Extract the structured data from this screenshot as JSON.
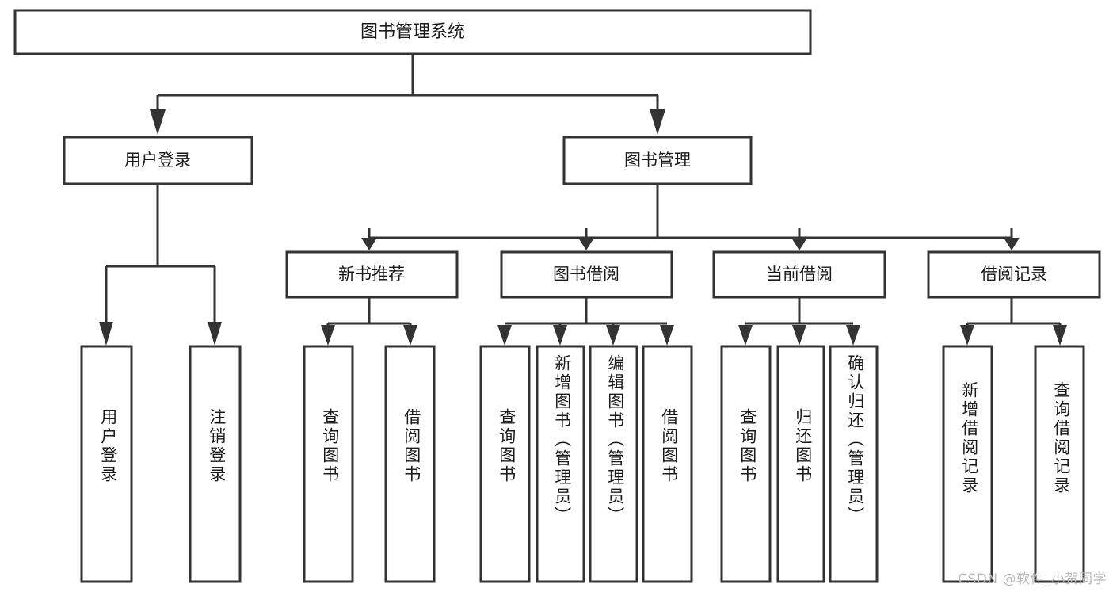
{
  "diagram": {
    "type": "tree-hierarchy",
    "title": "图书管理系统",
    "root": {
      "id": "root",
      "label": "图书管理系统",
      "orientation": "horizontal"
    },
    "level2": [
      {
        "id": "user-login",
        "label": "用户登录",
        "orientation": "horizontal"
      },
      {
        "id": "book-management",
        "label": "图书管理",
        "orientation": "horizontal"
      }
    ],
    "level3": [
      {
        "id": "new-book-recommend",
        "label": "新书推荐",
        "orientation": "horizontal",
        "parent": "book-management"
      },
      {
        "id": "book-borrow",
        "label": "图书借阅",
        "orientation": "horizontal",
        "parent": "book-management"
      },
      {
        "id": "current-borrow",
        "label": "当前借阅",
        "orientation": "horizontal",
        "parent": "book-management"
      },
      {
        "id": "borrow-record",
        "label": "借阅记录",
        "orientation": "horizontal",
        "parent": "book-management"
      }
    ],
    "leaves": [
      {
        "id": "leaf-user-login",
        "label": "用户登录",
        "parent": "user-login",
        "orientation": "vertical"
      },
      {
        "id": "leaf-logout",
        "label": "注销登录",
        "parent": "user-login",
        "orientation": "vertical"
      },
      {
        "id": "leaf-query-books-1",
        "label": "查询图书",
        "parent": "new-book-recommend",
        "orientation": "vertical"
      },
      {
        "id": "leaf-borrow-books-1",
        "label": "借阅图书",
        "parent": "new-book-recommend",
        "orientation": "vertical"
      },
      {
        "id": "leaf-query-books-2",
        "label": "查询图书",
        "parent": "book-borrow",
        "orientation": "vertical"
      },
      {
        "id": "leaf-add-book",
        "label": "新增图书（管理员）",
        "parent": "book-borrow",
        "orientation": "vertical"
      },
      {
        "id": "leaf-edit-book",
        "label": "编辑图书（管理员）",
        "parent": "book-borrow",
        "orientation": "vertical"
      },
      {
        "id": "leaf-borrow-books-2",
        "label": "借阅图书",
        "parent": "book-borrow",
        "orientation": "vertical"
      },
      {
        "id": "leaf-query-books-3",
        "label": "查询图书",
        "parent": "current-borrow",
        "orientation": "vertical"
      },
      {
        "id": "leaf-return-book",
        "label": "归还图书",
        "parent": "current-borrow",
        "orientation": "vertical"
      },
      {
        "id": "leaf-confirm-return",
        "label": "确认归还（管理员）",
        "parent": "current-borrow",
        "orientation": "vertical"
      },
      {
        "id": "leaf-add-record",
        "label": "新增借阅记录",
        "parent": "borrow-record",
        "orientation": "vertical"
      },
      {
        "id": "leaf-query-record",
        "label": "查询借阅记录",
        "parent": "borrow-record",
        "orientation": "vertical"
      }
    ],
    "colors": {
      "stroke": "#333333",
      "fill": "#ffffff",
      "text": "#1a1a1a",
      "watermark": "#b9b9b9",
      "background": "#ffffff"
    }
  },
  "watermark": {
    "text": "CSDN @软件_小贺同学"
  }
}
